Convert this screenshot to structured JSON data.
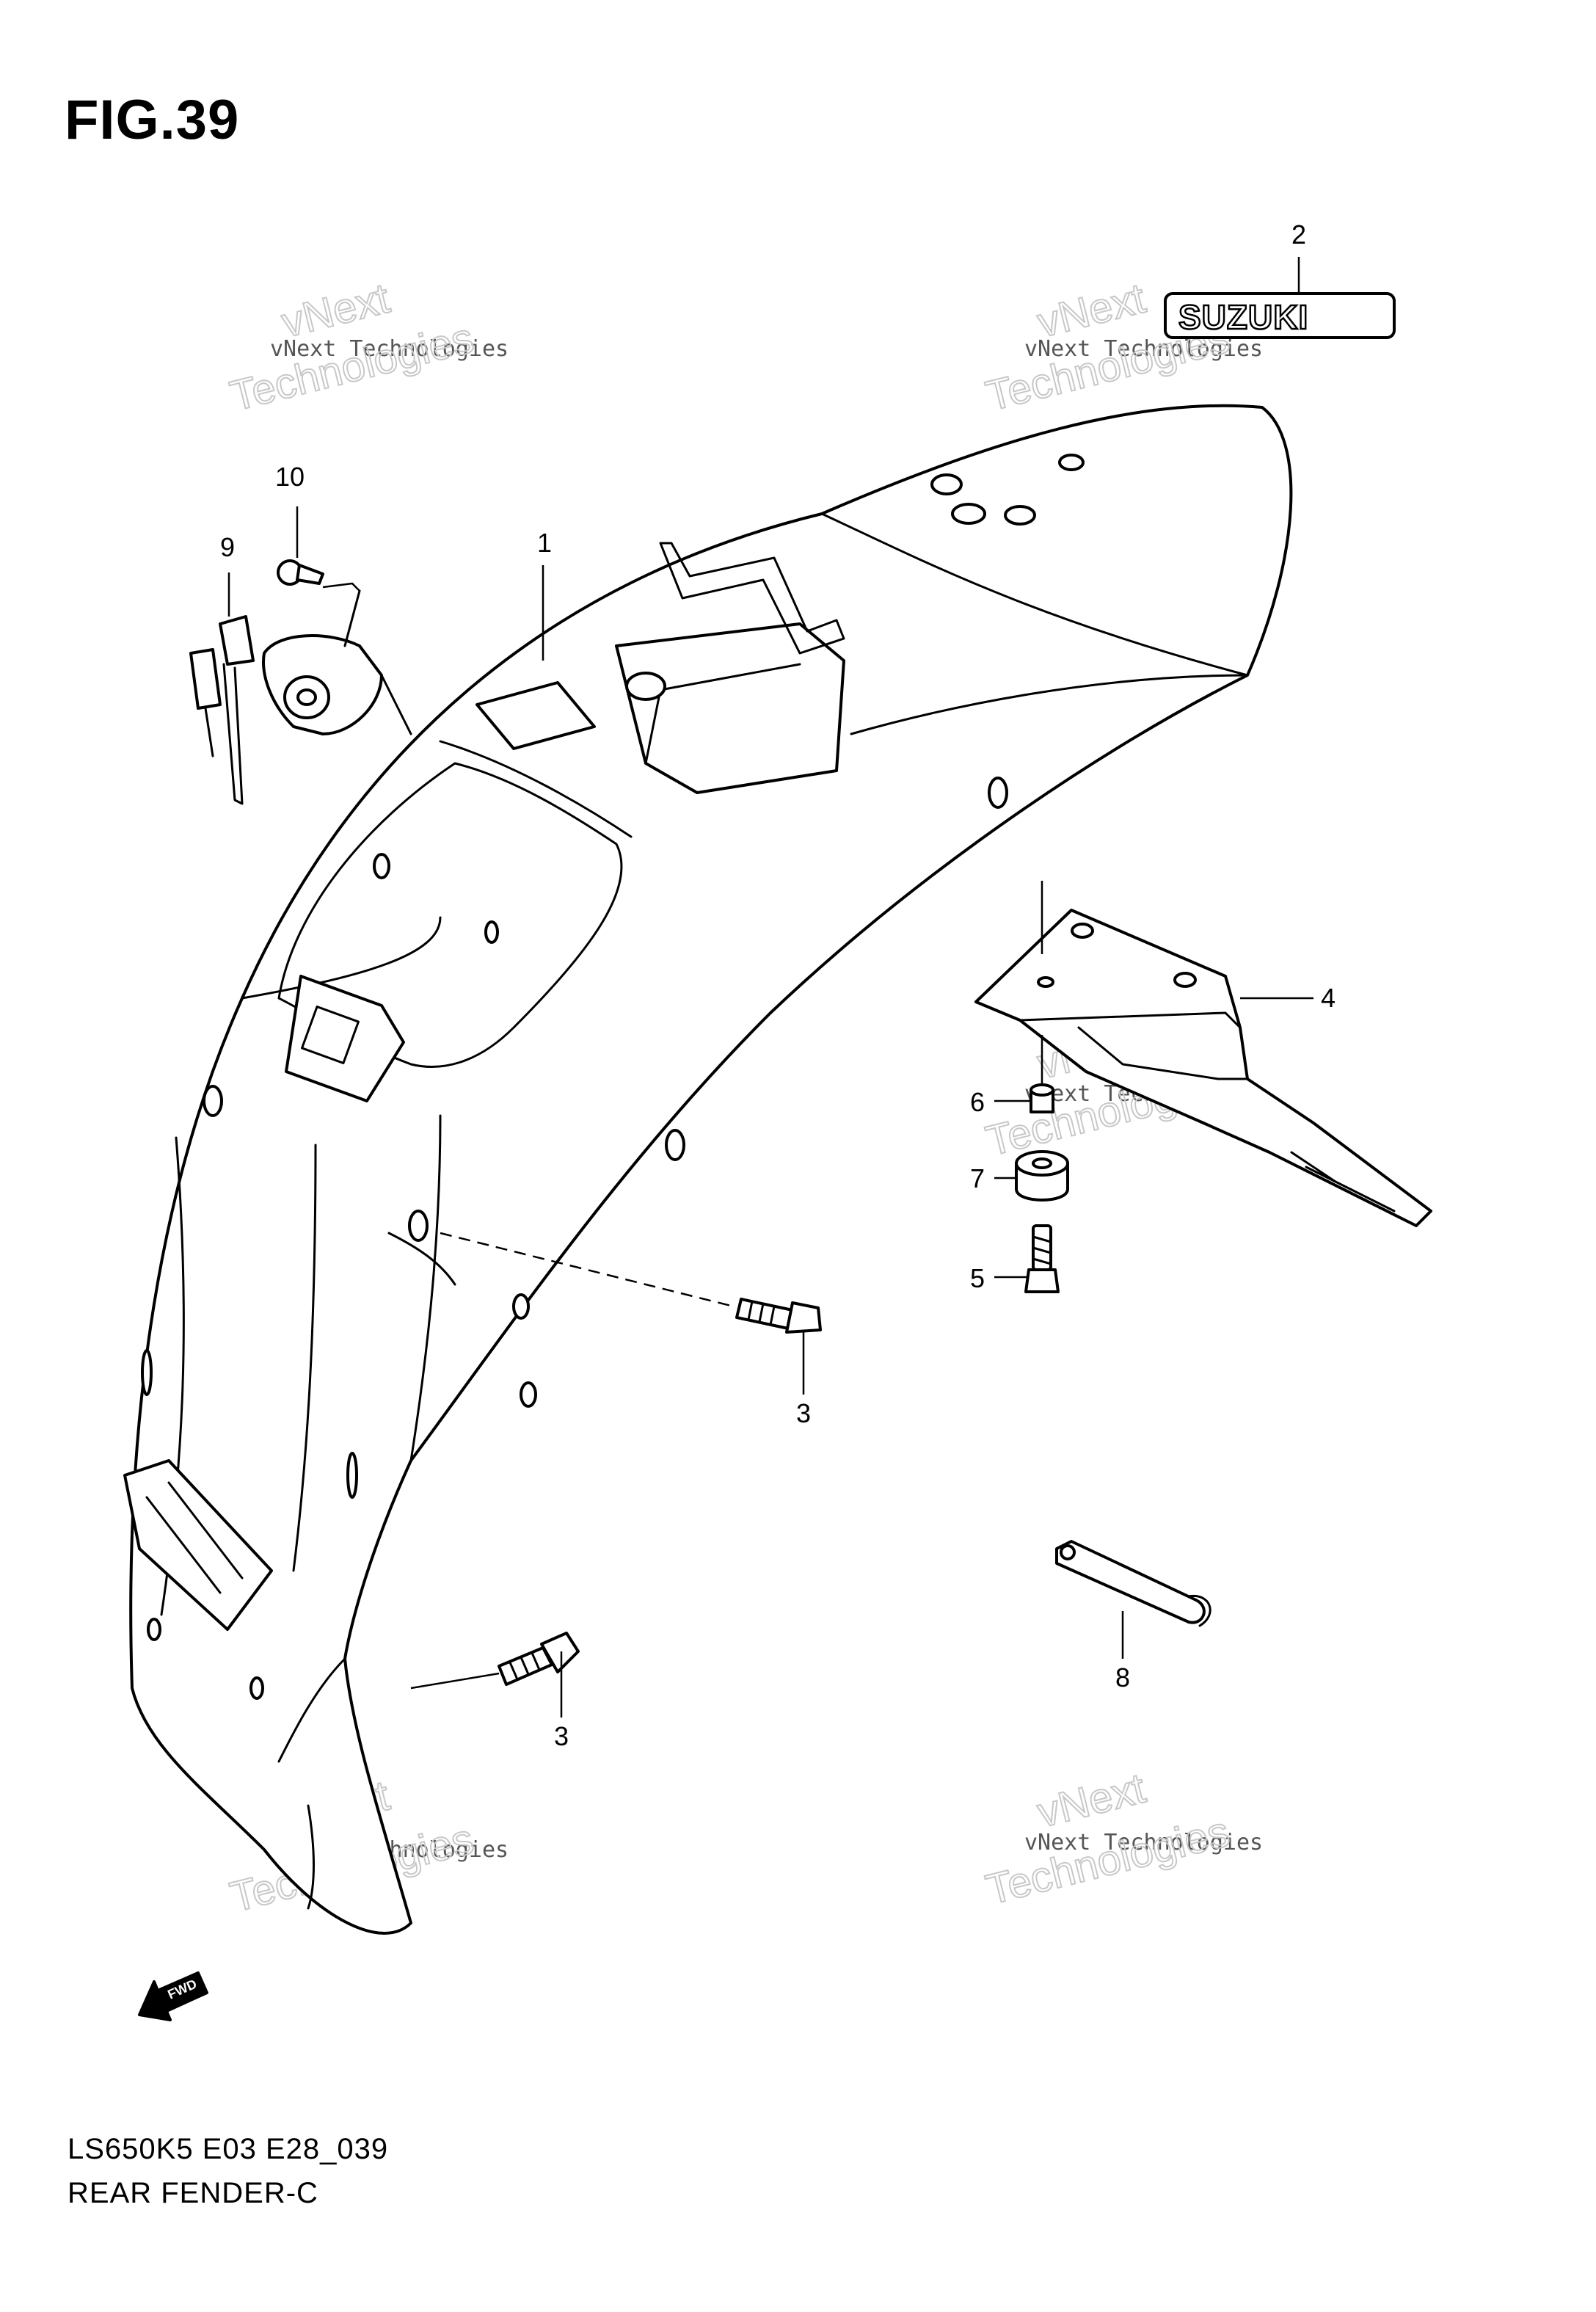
{
  "figure": {
    "title": "FIG.39",
    "model_code": "LS650K5 E03 E28_039",
    "name": "REAR FENDER-C"
  },
  "callouts": [
    "1",
    "2",
    "3",
    "3",
    "4",
    "5",
    "6",
    "7",
    "8",
    "9",
    "10"
  ],
  "logo": {
    "text": "SUZUKI"
  },
  "fwd_arrow": {
    "text": "FWD"
  },
  "watermark": {
    "line1": "vNext",
    "line2": "vNext Technologies",
    "line3": "Technologies"
  },
  "colors": {
    "ink": "#000000",
    "paper": "#ffffff",
    "watermark": "#c8c8c8"
  }
}
